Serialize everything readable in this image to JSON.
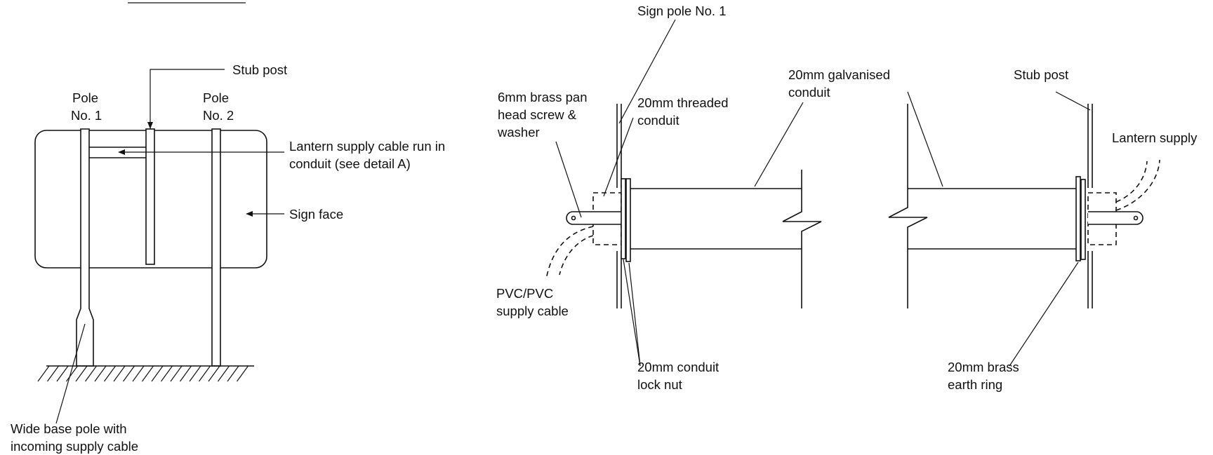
{
  "elevation": {
    "labels": {
      "stub_post": "Stub post",
      "pole_1": [
        "Pole",
        "No. 1"
      ],
      "pole_2": [
        "Pole",
        "No. 2"
      ],
      "lantern_cable": [
        "Lantern supply cable run in",
        "conduit (see detail A)"
      ],
      "sign_face": "Sign face",
      "wide_base": [
        "Wide base pole with",
        "incoming supply cable"
      ]
    }
  },
  "detail": {
    "labels": {
      "sign_pole": "Sign pole No. 1",
      "brass_screw": [
        "6mm brass pan",
        "head screw &",
        "washer"
      ],
      "threaded_conduit": [
        "20mm threaded",
        "conduit"
      ],
      "galvanised_conduit": [
        "20mm galvanised",
        "conduit"
      ],
      "stub_post": "Stub post",
      "lantern_supply": "Lantern supply",
      "pvc_cable": [
        "PVC/PVC",
        "supply cable"
      ],
      "lock_nut": [
        "20mm conduit",
        "lock nut"
      ],
      "earth_ring": [
        "20mm brass",
        "earth ring"
      ]
    }
  }
}
